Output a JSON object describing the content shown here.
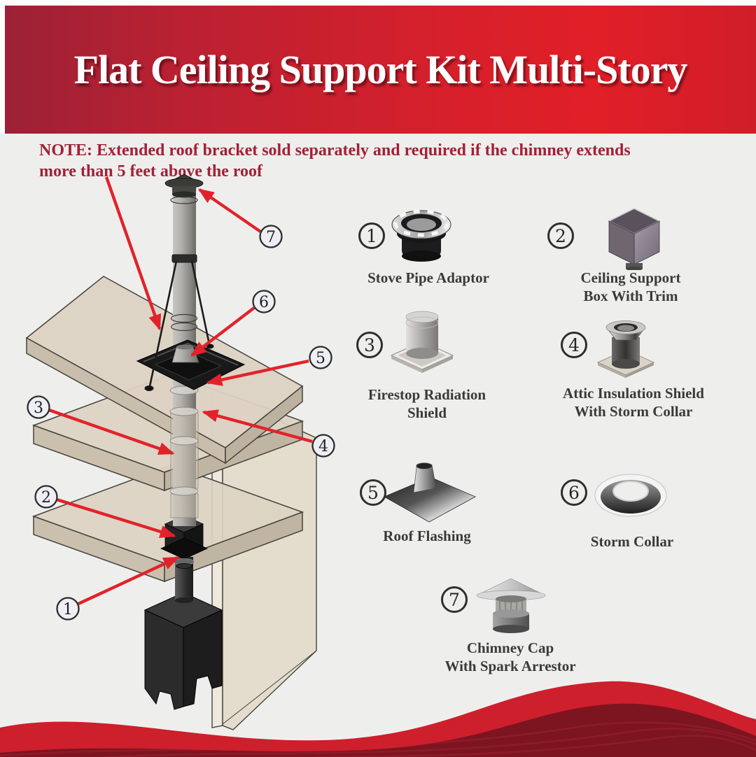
{
  "header": {
    "title": "Flat Ceiling Support Kit Multi-Story"
  },
  "note": {
    "line1": "NOTE:  Extended roof bracket sold separately and required if the chimney extends",
    "line2": "more than 5 feet above the roof"
  },
  "parts": [
    {
      "number": "1",
      "name": "Stove Pipe Adaptor",
      "label_line1": "Stove Pipe Adaptor",
      "label_line2": ""
    },
    {
      "number": "2",
      "name": "Ceiling Support Box With Trim",
      "label_line1": "Ceiling Support",
      "label_line2": "Box With Trim"
    },
    {
      "number": "3",
      "name": "Firestop Radiation Shield",
      "label_line1": "Firestop Radiation",
      "label_line2": "Shield"
    },
    {
      "number": "4",
      "name": "Attic Insulation Shield With Storm Collar",
      "label_line1": "Attic Insulation Shield",
      "label_line2": "With Storm Collar"
    },
    {
      "number": "5",
      "name": "Roof Flashing",
      "label_line1": "Roof Flashing",
      "label_line2": ""
    },
    {
      "number": "6",
      "name": "Storm Collar",
      "label_line1": "Storm Collar",
      "label_line2": ""
    },
    {
      "number": "7",
      "name": "Chimney Cap With Spark Arrestor",
      "label_line1": "Chimney Cap",
      "label_line2": "With Spark Arrestor"
    }
  ],
  "diagram": {
    "callout_numbers": [
      "1",
      "2",
      "3",
      "4",
      "5",
      "6",
      "7"
    ]
  },
  "colors": {
    "banner_red_left": "#9c2136",
    "banner_red_right": "#d01e29",
    "note_red": "#a32038",
    "label_gray": "#3a3a3a",
    "arrow_red": "#e2222a",
    "footer_red": "#ce1f2c",
    "footer_dark_red": "#7c1520",
    "background": "#eeefec"
  }
}
